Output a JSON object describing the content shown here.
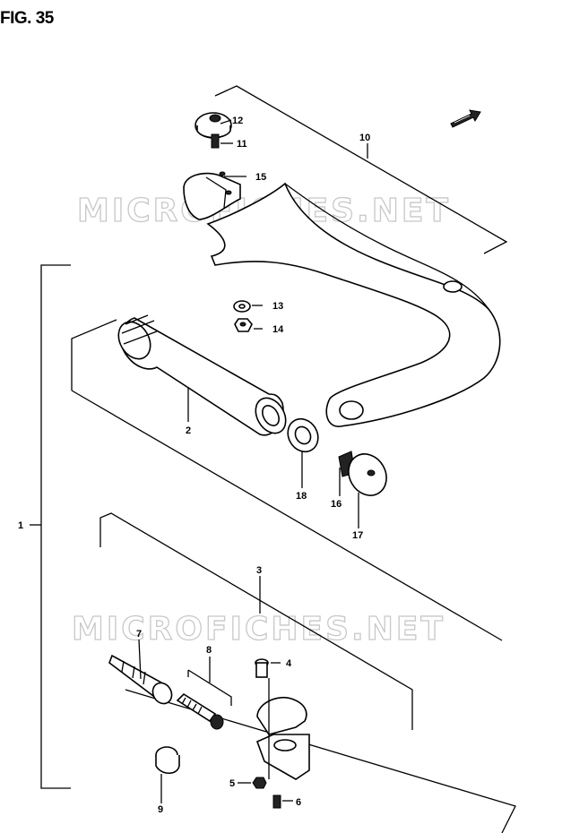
{
  "figure": {
    "title": "FIG. 35"
  },
  "watermark": {
    "text": "MICROFICHES.NET"
  },
  "labels": {
    "p1": "1",
    "p2": "2",
    "p3": "3",
    "p4": "4",
    "p5": "5",
    "p6": "6",
    "p7": "7",
    "p8": "8",
    "p9": "9",
    "p10": "10",
    "p11": "11",
    "p12": "12",
    "p13": "13",
    "p14": "14",
    "p15": "15",
    "p16": "16",
    "p17": "17",
    "p18": "18"
  },
  "icons": {
    "front_arrow": "front-arrow-icon"
  }
}
